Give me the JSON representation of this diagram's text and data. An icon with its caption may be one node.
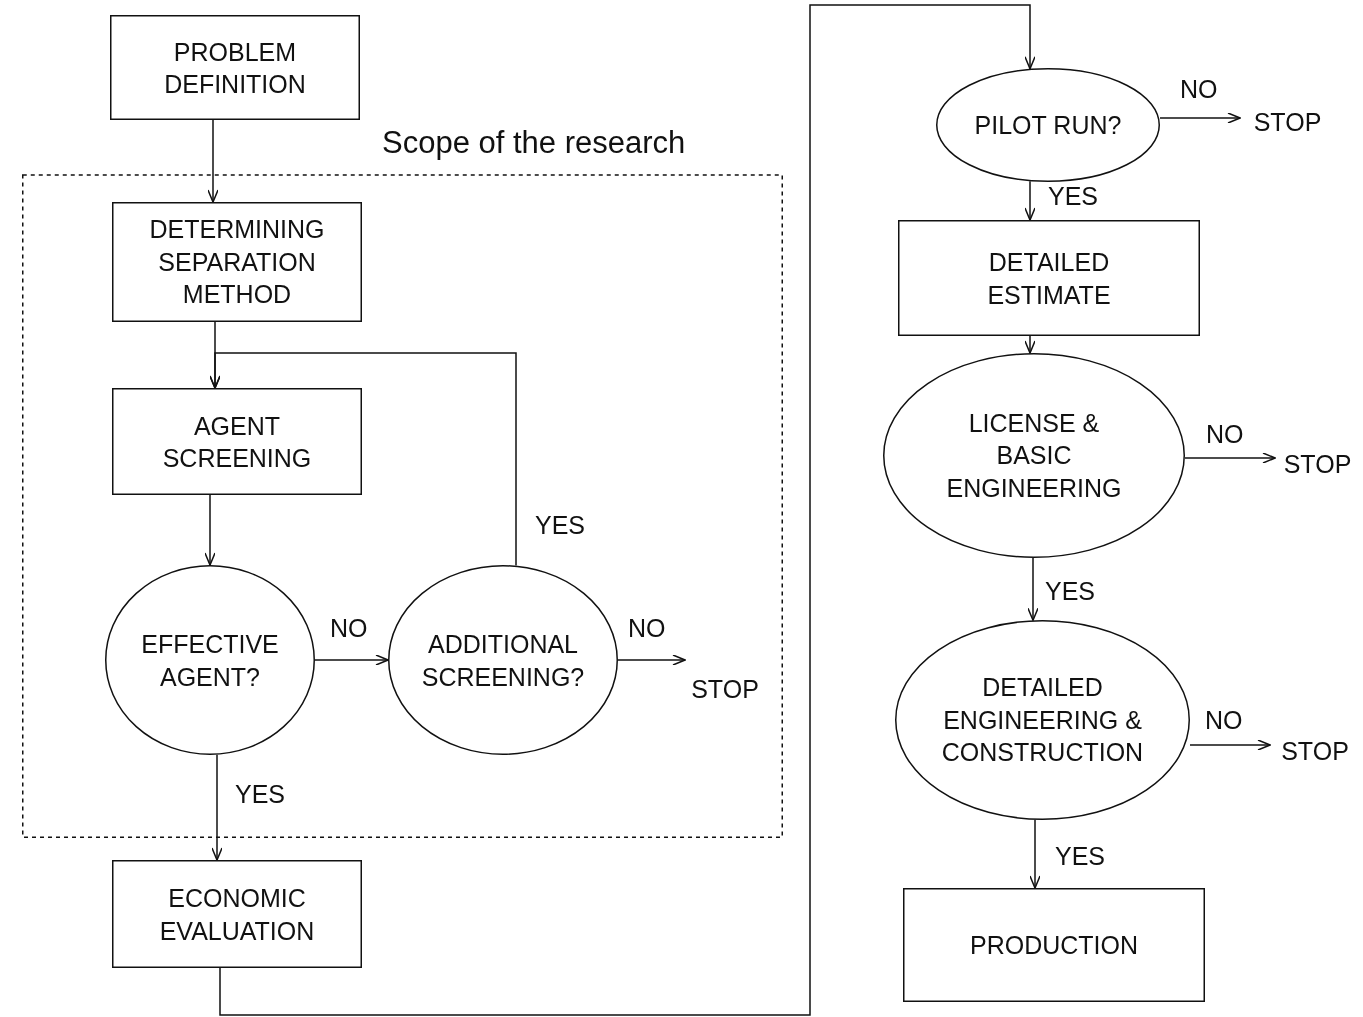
{
  "diagram": {
    "nodes": [
      {
        "text": [
          "PROBLEM DEFINITION"
        ]
      },
      {
        "text": [
          "Scope of the research"
        ]
      },
      {
        "text": [
          "DETERMINING SEPARATION METHOD"
        ],
        "in": 1
      },
      {
        "text": [
          "AGENT SCREENING"
        ],
        "in": 1
      },
      {
        "text": [
          "EFFECTIVE AGENT?"
        ],
        "in": 1
      },
      {
        "text": [
          "ADDITIONAL SCREENING?"
        ],
        "in": 1
      },
      {
        "text": [
          "STOP"
        ],
        "in": 1
      },
      {
        "text": [
          "ECONOMIC EVALUATION"
        ]
      },
      {
        "text": [
          "PILOT RUN?"
        ]
      },
      {
        "text": [
          "STOP"
        ]
      },
      {
        "text": [
          "DETAILED ESTIMATE"
        ]
      },
      {
        "text": [
          "LICENSE & BASIC ENGINEERING"
        ]
      },
      {
        "text": [
          "STOP"
        ]
      },
      {
        "text": [
          "DETAILED ENGINEERING & CONSTRUCTION"
        ]
      },
      {
        "text": [
          "STOP"
        ]
      },
      {
        "text": [
          "PRODUCTION"
        ]
      }
    ],
    "edges": [
      {
        "from": 0,
        "to": 2,
        "arrow": "to"
      },
      {
        "from": 2,
        "to": 3,
        "arrow": "to"
      },
      {
        "from": 3,
        "to": 4,
        "arrow": "to"
      },
      {
        "from": 4,
        "to": 5,
        "arrow": "to",
        "label": "NO"
      },
      {
        "from": 5,
        "to": 6,
        "arrow": "to",
        "label": "NO"
      },
      {
        "from": 5,
        "to": 3,
        "arrow": "to",
        "label": "YES"
      },
      {
        "from": 4,
        "to": 7,
        "arrow": "to",
        "label": "YES"
      },
      {
        "from": 7,
        "to": 8,
        "arrow": "to"
      },
      {
        "from": 8,
        "to": 9,
        "arrow": "to",
        "label": "NO"
      },
      {
        "from": 8,
        "to": 10,
        "arrow": "to",
        "label": "YES"
      },
      {
        "from": 10,
        "to": 11,
        "arrow": "to"
      },
      {
        "from": 11,
        "to": 12,
        "arrow": "to",
        "label": "NO"
      },
      {
        "from": 11,
        "to": 13,
        "arrow": "to",
        "label": "YES"
      },
      {
        "from": 13,
        "to": 14,
        "arrow": "to",
        "label": "NO"
      },
      {
        "from": 13,
        "to": 15,
        "arrow": "to",
        "label": "YES"
      }
    ]
  }
}
